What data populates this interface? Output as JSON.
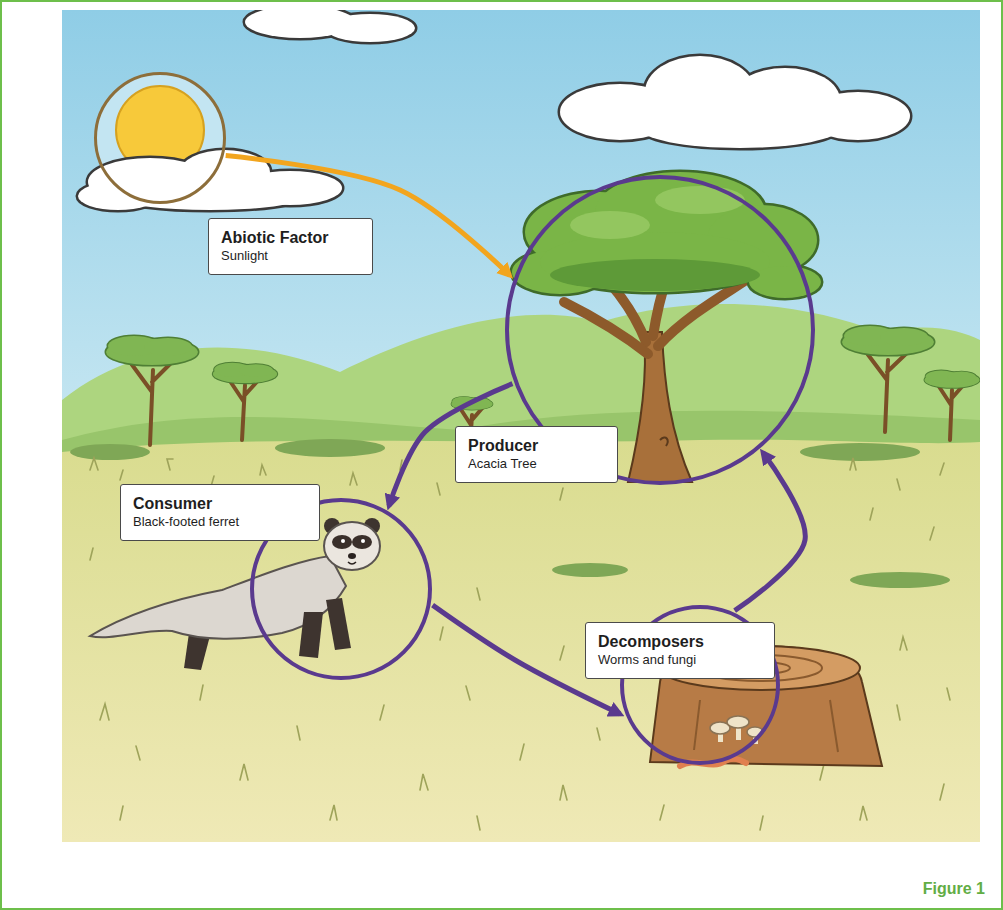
{
  "diagram": {
    "nodes": [
      {
        "text": [
          "Abiotic Factor",
          "Sunlight"
        ]
      },
      {
        "text": [
          "Producer",
          "Acacia Tree"
        ]
      },
      {
        "text": [
          "Consumer",
          "Black-footed ferret"
        ]
      },
      {
        "text": [
          "Decomposers",
          "Worms and fungi"
        ]
      }
    ],
    "edges": [
      {
        "from": 0,
        "to": 1,
        "arrow": "to"
      },
      {
        "from": 1,
        "to": 2,
        "arrow": "to"
      },
      {
        "from": 2,
        "to": 3,
        "arrow": "to"
      },
      {
        "from": 3,
        "to": 1,
        "arrow": "to"
      }
    ],
    "labels": [
      "Figure 1"
    ]
  }
}
